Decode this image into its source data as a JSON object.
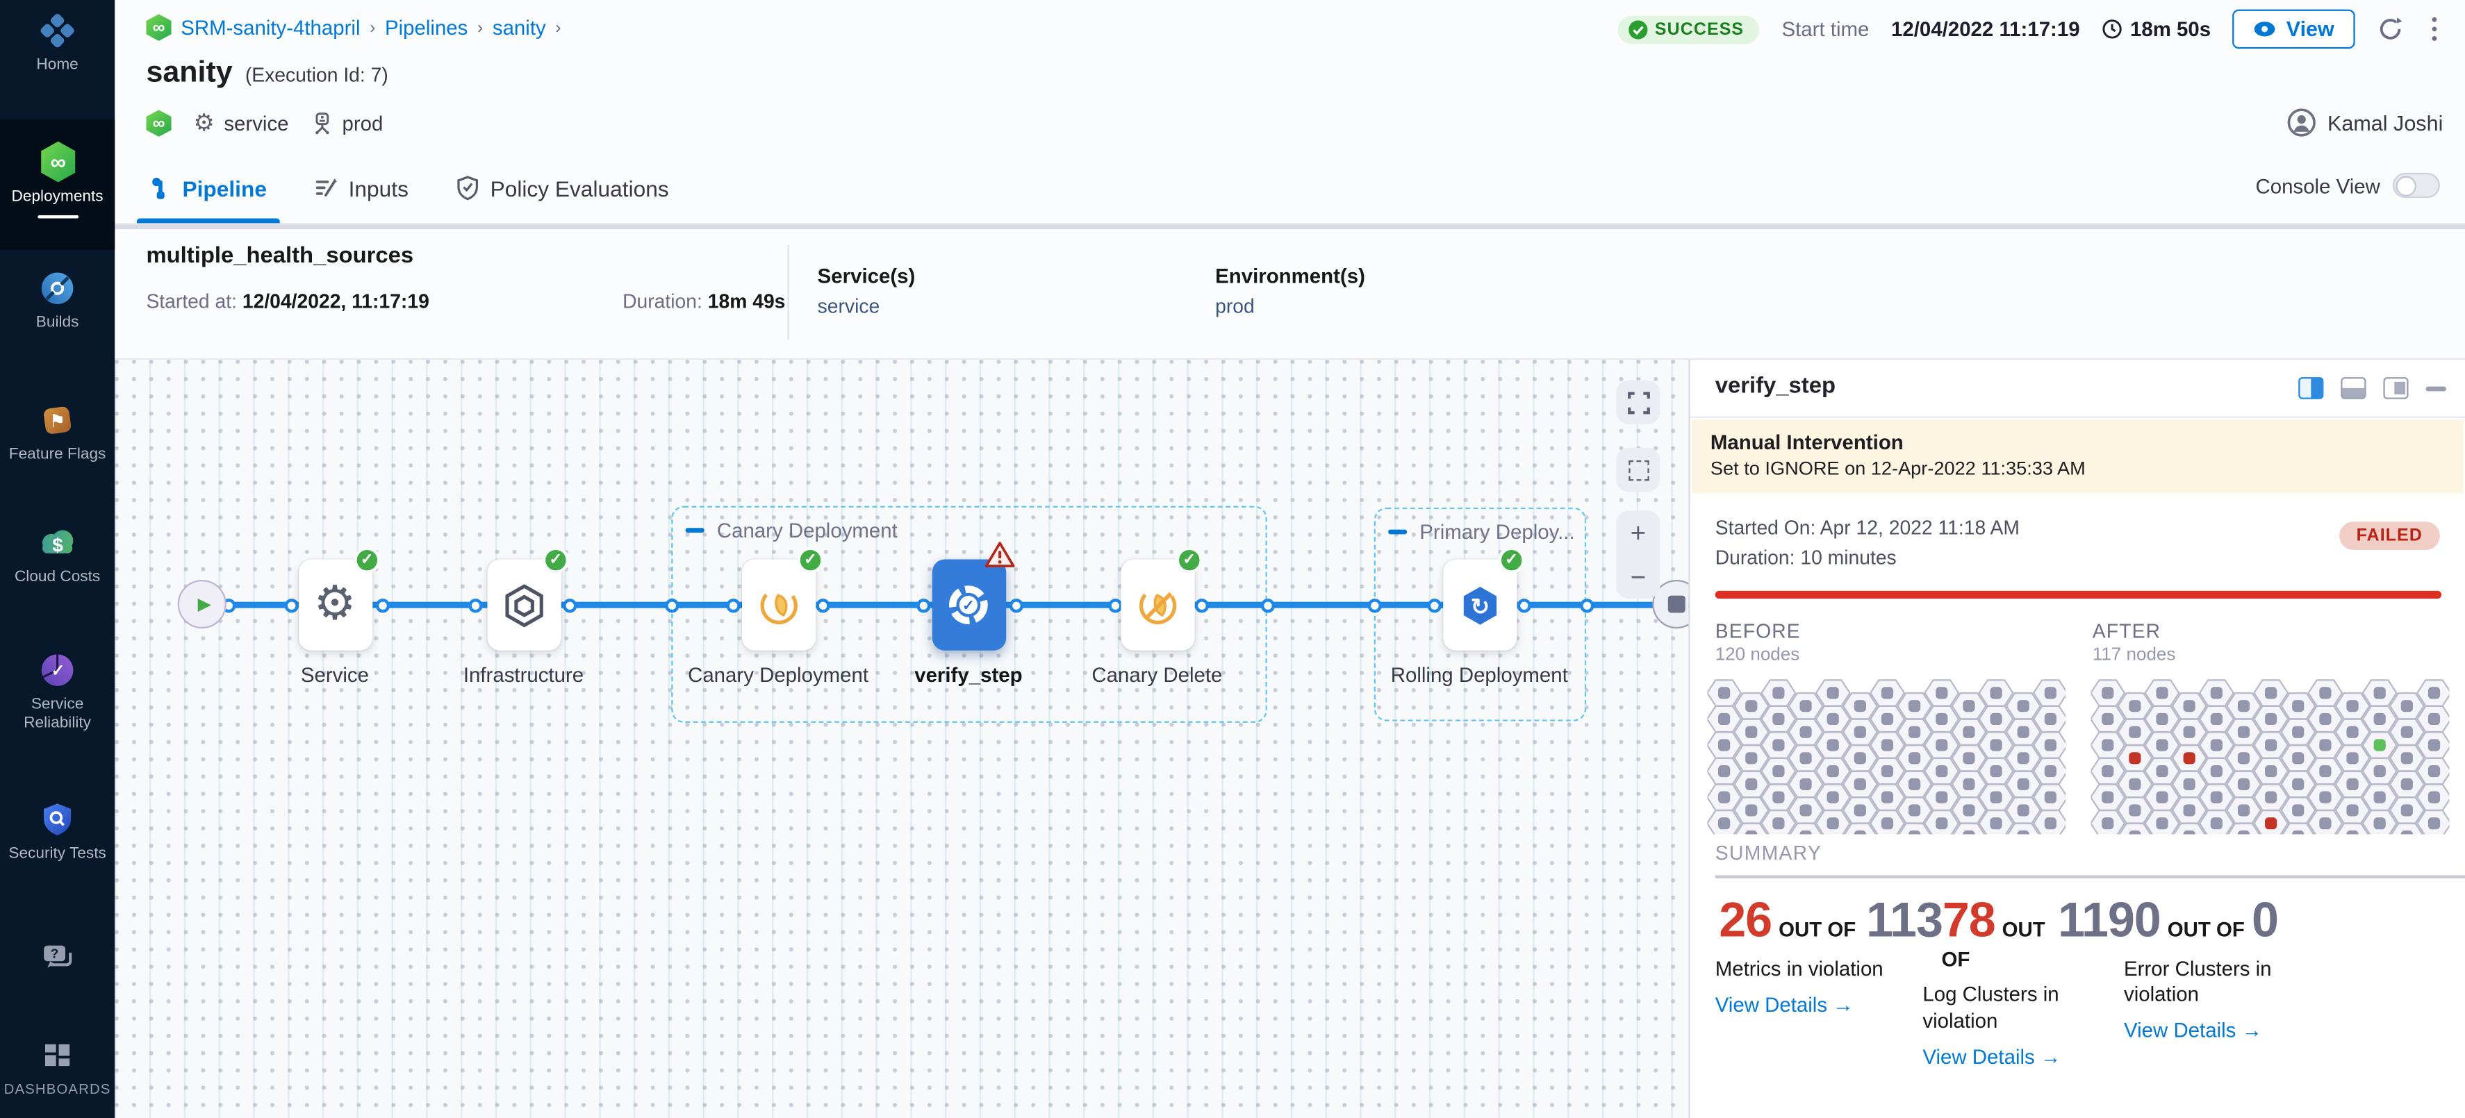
{
  "colors": {
    "accent": "#0278d5",
    "success_green": "#42ab45",
    "danger_red": "#d23b2b",
    "selected_node_blue": "#337cd9",
    "canary_orange": "#eda73c",
    "sidebar_bg": "#07182b",
    "failed_badge_bg": "#f0cec6",
    "banner_bg": "#fcf5e1"
  },
  "sidebar": {
    "items": [
      {
        "label": "Home",
        "icon": "home-icon",
        "active": false
      },
      {
        "label": "Deployments",
        "icon": "deployments-icon",
        "active": true
      },
      {
        "label": "Builds",
        "icon": "builds-icon",
        "active": false
      },
      {
        "label": "Feature Flags",
        "icon": "feature-flags-icon",
        "active": false
      },
      {
        "label": "Cloud Costs",
        "icon": "cloud-costs-icon",
        "active": false
      },
      {
        "label": "Service Reliability",
        "icon": "service-reliability-icon",
        "active": false
      },
      {
        "label": "Security Tests",
        "icon": "security-tests-icon",
        "active": false
      },
      {
        "label": "",
        "icon": "chat-icon",
        "active": false
      },
      {
        "label": "DASHBOARDS",
        "icon": "dashboards-icon",
        "active": false
      }
    ]
  },
  "header": {
    "breadcrumb": [
      {
        "label": "SRM-sanity-4thapril"
      },
      {
        "label": "Pipelines"
      },
      {
        "label": "sanity"
      }
    ],
    "title": "sanity",
    "execution_id": "(Execution Id: 7)",
    "tags": {
      "service": "service",
      "environment": "prod"
    },
    "status_badge": "SUCCESS",
    "start_time_label": "Start time",
    "start_time": "12/04/2022 11:17:19",
    "duration": "18m 50s",
    "view_button": "View",
    "user_name": "Kamal Joshi"
  },
  "tab_bar": {
    "tabs": [
      {
        "label": "Pipeline",
        "icon": "pipeline-icon",
        "active": true
      },
      {
        "label": "Inputs",
        "icon": "inputs-icon",
        "active": false
      },
      {
        "label": "Policy Evaluations",
        "icon": "policy-evaluations-icon",
        "active": false
      }
    ],
    "console_view_label": "Console View",
    "console_view_on": false
  },
  "run_info": {
    "pipeline_name": "multiple_health_sources",
    "started_label": "Started at:",
    "started_value": "12/04/2022, 11:17:19",
    "duration_label": "Duration:",
    "duration_value": "18m 49s",
    "services_label": "Service(s)",
    "services_value": "service",
    "environments_label": "Environment(s)",
    "environments_value": "prod"
  },
  "graph": {
    "groups": [
      {
        "label": "Canary Deployment"
      },
      {
        "label": "Primary Deploy..."
      }
    ],
    "nodes": [
      {
        "label": "Service",
        "icon": "gear-icon",
        "status": "success",
        "selected": false
      },
      {
        "label": "Infrastructure",
        "icon": "infrastructure-icon",
        "status": "success",
        "selected": false
      },
      {
        "label": "Canary Deployment",
        "icon": "canary-icon",
        "status": "success",
        "selected": false
      },
      {
        "label": "verify_step",
        "icon": "verify-icon",
        "status": "warning",
        "selected": true
      },
      {
        "label": "Canary Delete",
        "icon": "canary-delete-icon",
        "status": "success",
        "selected": false
      },
      {
        "label": "Rolling Deployment",
        "icon": "rolling-icon",
        "status": "success",
        "selected": false
      }
    ]
  },
  "panel": {
    "title": "verify_step",
    "banner": {
      "title": "Manual Intervention",
      "text": "Set to IGNORE on 12-Apr-2022 11:35:33 AM"
    },
    "started_on": "Started On: Apr 12, 2022 11:18 AM",
    "duration": "Duration: 10 minutes",
    "status_badge": "FAILED",
    "before": {
      "label": "BEFORE",
      "sub": "120 nodes"
    },
    "after": {
      "label": "AFTER",
      "sub": "117 nodes"
    },
    "summary_label": "SUMMARY",
    "stats": [
      {
        "parts": [
          {
            "text": "26",
            "color": "red"
          }
        ],
        "suffix": "OUT OF",
        "total": "",
        "label": "Metrics in violation",
        "link": "View Details"
      },
      {
        "parts": [
          {
            "text": "113",
            "color": "gray"
          },
          {
            "text": "78",
            "color": "red"
          }
        ],
        "suffix": "OUT OF",
        "total": "",
        "label": "Log Clusters in violation",
        "link": "View Details"
      },
      {
        "parts": [
          {
            "text": "1190",
            "color": "gray"
          }
        ],
        "suffix": "OUT OF",
        "total": "0",
        "label": "Error Clusters in violation",
        "link": "View Details"
      }
    ],
    "hex_grid": {
      "cols": 13,
      "rows": 7,
      "before_specials": [],
      "after_specials": [
        {
          "c": 10,
          "r": 2,
          "color": "green"
        },
        {
          "c": 1,
          "r": 2,
          "color": "red"
        },
        {
          "c": 3,
          "r": 2,
          "color": "red"
        },
        {
          "c": 6,
          "r": 5,
          "color": "red"
        }
      ]
    }
  }
}
